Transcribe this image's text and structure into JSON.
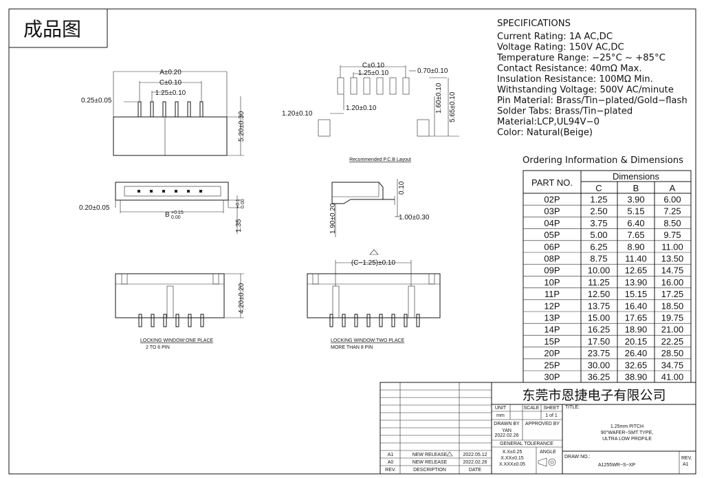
{
  "header": {
    "title": "成品图"
  },
  "specs": {
    "heading": "SPECIFICATIONS",
    "lines": [
      "Current Rating: 1A AC,DC",
      "Voltage Rating: 150V AC,DC",
      "Temperature Range: −25°C ~ +85°C",
      "Contact Resistance: 40mΩ Max.",
      "Insulation Resistance: 100MΩ Min.",
      "Withstanding Voltage: 500V AC/minute",
      "Pin Material: Brass/Tin−plated/Gold−flash",
      "Solder Tabs: Brass/Tin−plated",
      "Material:LCP,UL94V−0",
      "Color: Natural(Beige)"
    ]
  },
  "ordering": {
    "heading": "Ordering Information & Dimensions",
    "col_part": "PART NO.",
    "col_dimensions": "Dimensions",
    "sub_headers": [
      "C",
      "B",
      "A"
    ],
    "rows": [
      [
        "02P",
        "1.25",
        "3.90",
        "6.00"
      ],
      [
        "03P",
        "2.50",
        "5.15",
        "7.25"
      ],
      [
        "04P",
        "3.75",
        "6.40",
        "8.50"
      ],
      [
        "05P",
        "5.00",
        "7.65",
        "9.75"
      ],
      [
        "06P",
        "6.25",
        "8.90",
        "11.00"
      ],
      [
        "08P",
        "8.75",
        "11.40",
        "13.50"
      ],
      [
        "09P",
        "10.00",
        "12.65",
        "14.75"
      ],
      [
        "10P",
        "11.25",
        "13.90",
        "16.00"
      ],
      [
        "11P",
        "12.50",
        "15.15",
        "17.25"
      ],
      [
        "12P",
        "13.75",
        "16.40",
        "18.50"
      ],
      [
        "13P",
        "15.00",
        "17.65",
        "19.75"
      ],
      [
        "14P",
        "16.25",
        "18.90",
        "21.00"
      ],
      [
        "15P",
        "17.50",
        "20.15",
        "22.25"
      ],
      [
        "20P",
        "23.75",
        "26.40",
        "28.50"
      ],
      [
        "25P",
        "30.00",
        "32.65",
        "34.75"
      ],
      [
        "30P",
        "36.25",
        "38.90",
        "41.00"
      ]
    ]
  },
  "drawing": {
    "top_view": {
      "dim_a": "A±0.20",
      "dim_c": "C±0.10",
      "dim_pitch": "1.25±0.10",
      "dim_pin": "0.25±0.05",
      "dim_height": "5.20±0.30"
    },
    "pcb": {
      "dim_c": "C±0.10",
      "dim_pitch": "1.25±0.10",
      "dim_pad_w": "0.70±0.10",
      "dim_pad_l": "1.20±0.10",
      "dim_pad_l2": "1.20±0.10",
      "dim_tab": "1.60±0.10",
      "dim_span": "5.65±0.10",
      "caption": "Recommended P.C.B Layout"
    },
    "front": {
      "dim_b": "B",
      "dim_b_tol_up": "+0.15",
      "dim_b_tol_down": "0.00",
      "dim_side": "0.20±0.05",
      "dim_h": "1.35",
      "dim_h_tol_up": "+0.1",
      "dim_h_tol_down": "0.00"
    },
    "side": {
      "dim_top": "0.10",
      "dim_h": "1.90±0.20",
      "dim_foot": "1.00±0.30"
    },
    "bottom_left": {
      "dim_h": "4.20±0.20",
      "caption1": "LOCKING WINDOW:ONE PLACE",
      "caption2": "2 TO 6 PIN"
    },
    "bottom_right": {
      "dim_pitch": "(C−1.25)±0.10",
      "caption1": "LOCKING WINDOW:TWO PLACE",
      "caption2": "MORE THAN 8 PIN"
    }
  },
  "title_block": {
    "company": "东莞市恩捷电子有限公司",
    "unit_label": "UNIT",
    "unit_value": "mm",
    "scale_label": "SCALE",
    "sheet_label": "SHEET",
    "sheet_value": "1 of 1",
    "title_label": "TITLE:",
    "title_lines": [
      "1.25mm PITCH",
      "90°WAFER−SMT TYPE,",
      "ULTRA LOW PROFILE"
    ],
    "drawn_by_label": "DRAWN BY",
    "drawn_by_name": "YAN",
    "drawn_by_date": "2022.02.26",
    "approved_by_label": "APPROVED BY",
    "tolerance_label": "GENERAL TOLERANCE",
    "tolerances": [
      "X.X±0.25",
      "X.XX±0.15",
      "X.XXX±0.05"
    ],
    "angle_label": "ANGLE",
    "draw_no_label": "DRAW NO.:",
    "draw_no": "A1255WR−S−XP",
    "rev_label": "REV.",
    "rev_value": "A1",
    "revisions": [
      {
        "rev": "A1",
        "desc": "NEW RELEASE",
        "date": "2022.05.12"
      },
      {
        "rev": "A0",
        "desc": "NEW RELEASE",
        "date": "2022.02.26"
      }
    ],
    "rev_col": "REV.",
    "desc_col": "DESCRIPTION",
    "date_col": "DATE"
  }
}
